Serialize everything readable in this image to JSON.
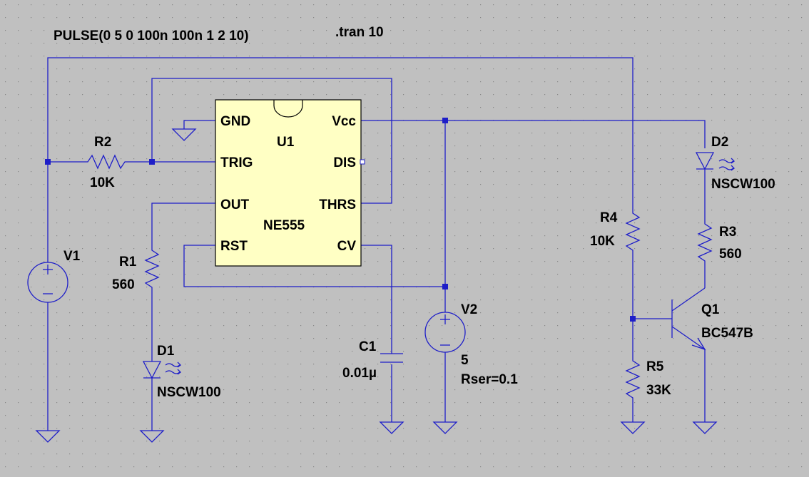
{
  "directives": {
    "pulse": "PULSE(0 5 0 100n 100n 1 2 10)",
    "tran": ".tran 10"
  },
  "u1": {
    "ref": "U1",
    "part": "NE555",
    "pins": {
      "gnd": "GND",
      "vcc": "Vcc",
      "trig": "TRIG",
      "dis": "DIS",
      "out": "OUT",
      "thrs": "THRS",
      "rst": "RST",
      "cv": "CV"
    }
  },
  "r1": {
    "ref": "R1",
    "value": "560"
  },
  "r2": {
    "ref": "R2",
    "value": "10K"
  },
  "r3": {
    "ref": "R3",
    "value": "560"
  },
  "r4": {
    "ref": "R4",
    "value": "10K"
  },
  "r5": {
    "ref": "R5",
    "value": "33K"
  },
  "c1": {
    "ref": "C1",
    "value": "0.01µ"
  },
  "v1": {
    "ref": "V1"
  },
  "v2": {
    "ref": "V2",
    "value": "5",
    "rser": "Rser=0.1"
  },
  "d1": {
    "ref": "D1",
    "part": "NSCW100"
  },
  "d2": {
    "ref": "D2",
    "part": "NSCW100"
  },
  "q1": {
    "ref": "Q1",
    "part": "BC547B"
  },
  "colors": {
    "background": "#c0c0c0",
    "wire": "#1e1ec8",
    "component_fill": "#ffffc4",
    "grid_dot": "#888888"
  }
}
